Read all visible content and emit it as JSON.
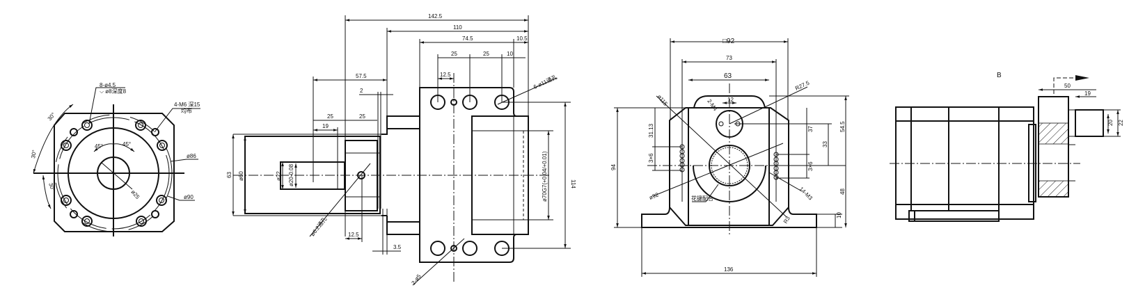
{
  "front_view": {
    "holes_label": "8-ø4.5",
    "counterbore_label": "⌵  ø8深度8",
    "tapped_label": "4-M6 深15",
    "tapped_note": "均布",
    "dia_86": "ø86",
    "dia_90": "ø90",
    "dia_25": "ø25",
    "angle_45_left": "45°",
    "angle_45_right": "45°",
    "angle_30_top": "30°",
    "angle_30_mid": "30°",
    "angle_30_bottom": "30°"
  },
  "side_view": {
    "dim_142_5": "142.5",
    "dim_110": "110",
    "dim_74_5": "74.5",
    "dim_10_5": "10.5",
    "dim_25_a": "25",
    "dim_25_b": "25",
    "dim_10": "10",
    "dim_12_5_top": "12.5",
    "dim_57_5": "57.5",
    "dim_2": "2",
    "dim_25_c": "25",
    "dim_25_d": "25",
    "dim_19": "19",
    "dim_63": "63",
    "dim_60": "ø60",
    "dim_22": "ø22",
    "dim_20_tol": "ø20-0.08",
    "hole_6_11": "6-ø11通孔",
    "hole_6_2": "ø6.2通孔",
    "pin_2_5": "2-ø5",
    "dim_12_5_bottom": "12.5",
    "dim_3_5": "3.5",
    "bore_70": "ø70G7(+0.04/+0.01)",
    "dim_114": "114"
  },
  "end_view": {
    "square_92": "□92",
    "dim_73": "73",
    "dim_63": "63",
    "dim_94": "94",
    "dim_136": "136",
    "dim_10": "10",
    "dim_31_13": "31.13",
    "dim_3x6_left": "3×6",
    "dim_37": "37",
    "dim_33": "33",
    "dim_3x6_right": "3×6",
    "dim_54_5": "54.5",
    "dim_48": "48",
    "dia_115": "ø115",
    "radius_27_5": "R27.5",
    "thread_2_m4": "2-M4",
    "dim_12": "12",
    "dia_92": "ø92",
    "thread_14_m3": "14-M3",
    "spline_fit": "花键配合",
    "radius_3": "R3"
  },
  "motor_view": {
    "section_label": "B",
    "dim_50": "50",
    "dim_19": "19",
    "dim_20": "20",
    "dim_22": "22"
  }
}
